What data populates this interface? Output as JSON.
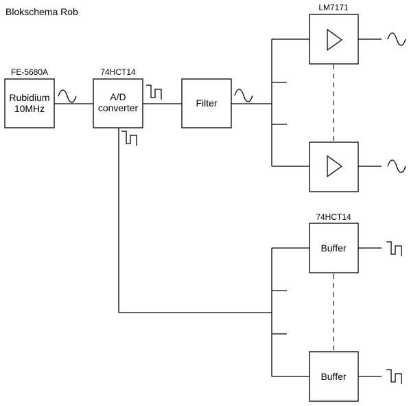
{
  "title": "Blokschema Rob",
  "blocks": {
    "rubidium": {
      "part": "FE-5680A",
      "line1": "Rubidium",
      "line2": "10MHz"
    },
    "adc": {
      "part": "74HCT14",
      "line1": "A/D",
      "line2": "converter"
    },
    "filter": {
      "label": "Filter"
    },
    "amp_top": {
      "part": "LM7171"
    },
    "amp_bottom": {},
    "buffer_top": {
      "part": "74HCT14",
      "label": "Buffer"
    },
    "buffer_bottom": {
      "label": "Buffer"
    }
  },
  "signals": [
    "sine",
    "square",
    "square",
    "sine",
    "sine",
    "sine",
    "square",
    "square"
  ]
}
